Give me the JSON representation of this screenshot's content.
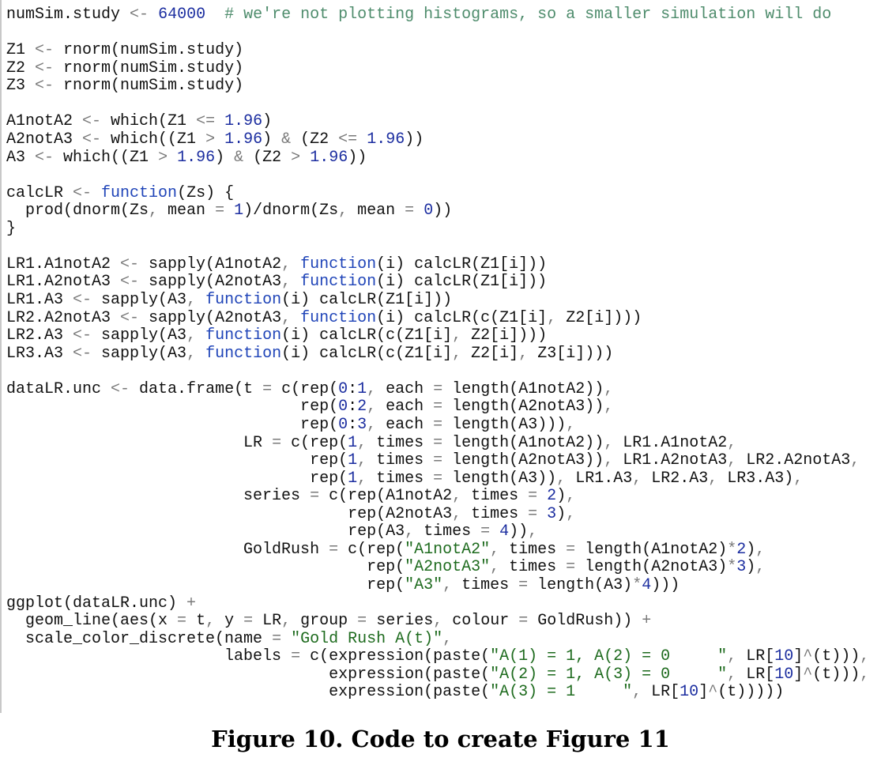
{
  "code": {
    "language": "R",
    "lines": [
      "numSim.study <- 64000  # we're not plotting histograms, so a smaller simulation will do",
      "",
      "Z1 <- rnorm(numSim.study)",
      "Z2 <- rnorm(numSim.study)",
      "Z3 <- rnorm(numSim.study)",
      "",
      "A1notA2 <- which(Z1 <= 1.96)",
      "A2notA3 <- which((Z1 > 1.96) & (Z2 <= 1.96))",
      "A3 <- which((Z1 > 1.96) & (Z2 > 1.96))",
      "",
      "calcLR <- function(Zs) {",
      "  prod(dnorm(Zs, mean = 1)/dnorm(Zs, mean = 0))",
      "}",
      "",
      "LR1.A1notA2 <- sapply(A1notA2, function(i) calcLR(Z1[i]))",
      "LR1.A2notA3 <- sapply(A2notA3, function(i) calcLR(Z1[i]))",
      "LR1.A3 <- sapply(A3, function(i) calcLR(Z1[i]))",
      "LR2.A2notA3 <- sapply(A2notA3, function(i) calcLR(c(Z1[i], Z2[i])))",
      "LR2.A3 <- sapply(A3, function(i) calcLR(c(Z1[i], Z2[i])))",
      "LR3.A3 <- sapply(A3, function(i) calcLR(c(Z1[i], Z2[i], Z3[i])))",
      "",
      "dataLR.unc <- data.frame(t = c(rep(0:1, each = length(A1notA2)),",
      "                               rep(0:2, each = length(A2notA3)),",
      "                               rep(0:3, each = length(A3))),",
      "                         LR = c(rep(1, times = length(A1notA2)), LR1.A1notA2,",
      "                                rep(1, times = length(A2notA3)), LR1.A2notA3, LR2.A2notA3,",
      "                                rep(1, times = length(A3)), LR1.A3, LR2.A3, LR3.A3),",
      "                         series = c(rep(A1notA2, times = 2),",
      "                                    rep(A2notA3, times = 3),",
      "                                    rep(A3, times = 4)),",
      "                         GoldRush = c(rep(\"A1notA2\", times = length(A1notA2)*2),",
      "                                      rep(\"A2notA3\", times = length(A2notA3)*3),",
      "                                      rep(\"A3\", times = length(A3)*4)))",
      "ggplot(dataLR.unc) +",
      "  geom_line(aes(x = t, y = LR, group = series, colour = GoldRush)) +",
      "  scale_color_discrete(name = \"Gold Rush A(t)\",",
      "                       labels = c(expression(paste(\"A(1) = 1, A(2) = 0     \", LR[10]^(t))),",
      "                                  expression(paste(\"A(2) = 1, A(3) = 0     \", LR[10]^(t))),",
      "                                  expression(paste(\"A(3) = 1     \", LR[10]^(t)))))"
    ]
  },
  "caption": "Figure 10. Code to create Figure 11",
  "colors": {
    "comment": "#4e8c6c",
    "string": "#1e6b1e",
    "number": "#1c2ea0",
    "keyword": "#1f44b8",
    "operator": "#7a7a7a"
  }
}
